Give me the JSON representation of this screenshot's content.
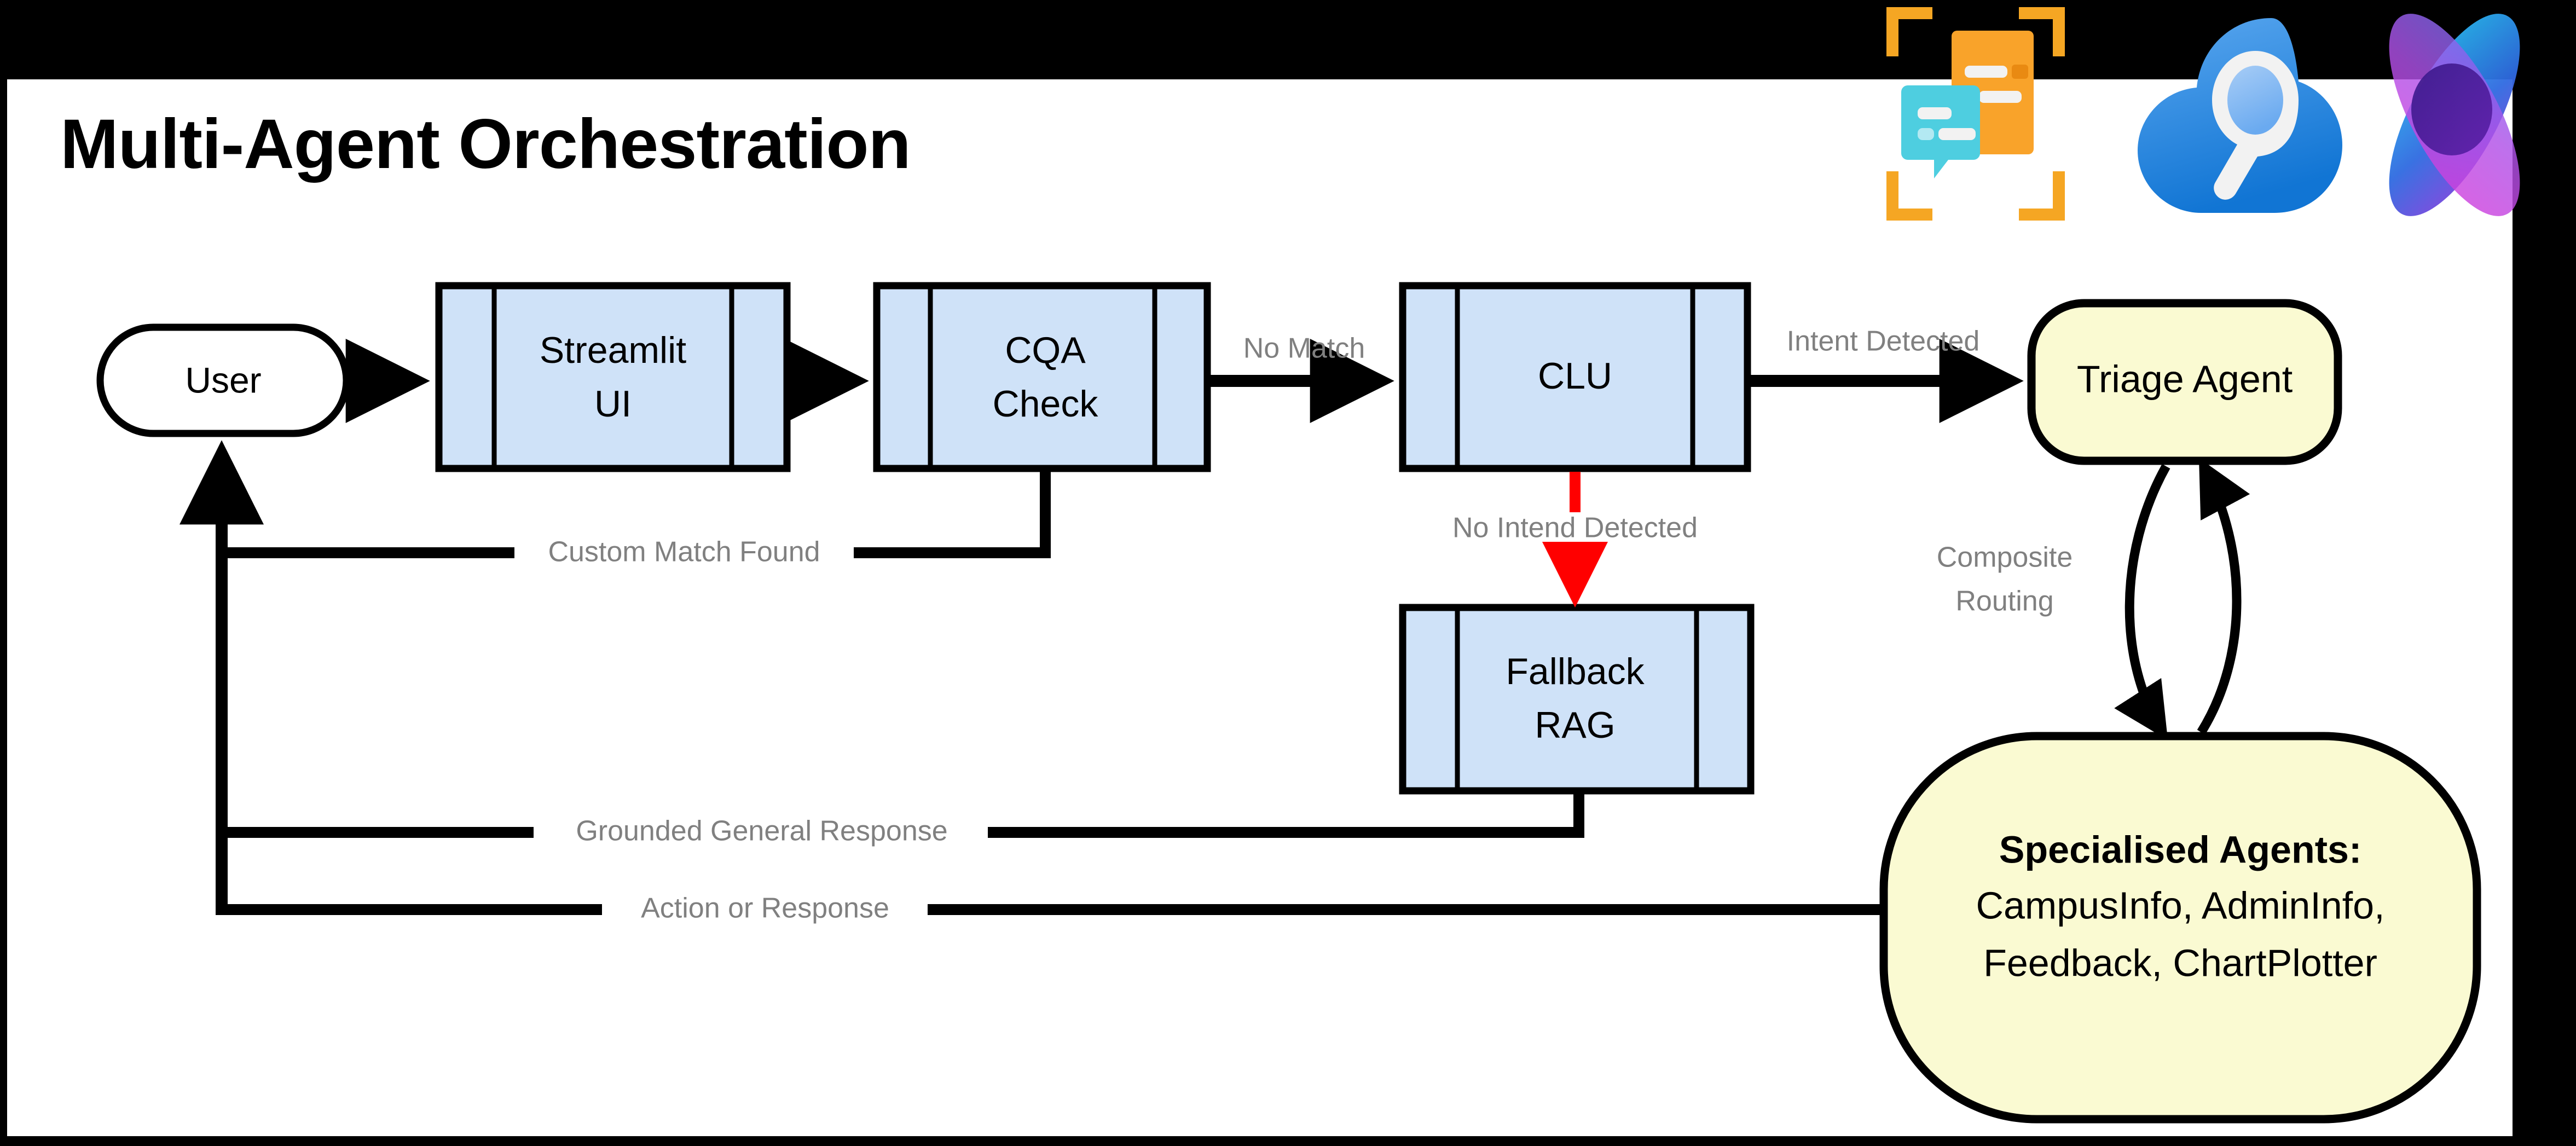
{
  "page": {
    "title": "Multi-Agent Orchestration",
    "background_color": "#000000",
    "canvas_color": "#ffffff"
  },
  "logos": [
    {
      "name": "azure-language-clu-icon",
      "label": "Azure AI Language"
    },
    {
      "name": "azure-ai-search-icon",
      "label": "Azure AI Search"
    },
    {
      "name": "azure-ai-foundry-icon",
      "label": "Azure AI Foundry"
    }
  ],
  "colors": {
    "process_fill": "#cfe2f8",
    "agent_fill": "#fafad2",
    "stroke": "#000000",
    "edge_label": "#808080",
    "fallback_arrow": "#ff0000"
  },
  "nodes": {
    "user": {
      "label": "User",
      "shape": "rounded-terminal",
      "fill": "#ffffff"
    },
    "streamlit_ui": {
      "label_line1": "Streamlit",
      "label_line2": "UI",
      "shape": "predefined-process",
      "fill": "#cfe2f8"
    },
    "cqa_check": {
      "label_line1": "CQA",
      "label_line2": "Check",
      "shape": "predefined-process",
      "fill": "#cfe2f8"
    },
    "clu": {
      "label_line1": "CLU",
      "label_line2": "",
      "shape": "predefined-process",
      "fill": "#cfe2f8"
    },
    "fallback_rag": {
      "label_line1": "Fallback",
      "label_line2": "RAG",
      "shape": "predefined-process",
      "fill": "#cfe2f8"
    },
    "triage_agent": {
      "label": "Triage Agent",
      "shape": "rounded-rect",
      "fill": "#fafad2"
    },
    "specialised_agents": {
      "title": "Specialised Agents:",
      "line1": "CampusInfo, AdminInfo,",
      "line2": "Feedback, ChartPlotter",
      "shape": "rounded-rect",
      "fill": "#fafad2"
    }
  },
  "edges": [
    {
      "id": "user-to-streamlit",
      "label": "",
      "from": "user",
      "to": "streamlit_ui",
      "color": "#000000"
    },
    {
      "id": "streamlit-to-cqa",
      "label": "",
      "from": "streamlit_ui",
      "to": "cqa_check",
      "color": "#000000"
    },
    {
      "id": "cqa-to-clu",
      "label": "No Match",
      "from": "cqa_check",
      "to": "clu",
      "color": "#000000"
    },
    {
      "id": "clu-to-triage",
      "label": "Intent Detected",
      "from": "clu",
      "to": "triage_agent",
      "color": "#000000"
    },
    {
      "id": "clu-to-fallback",
      "label": "No Intend Detected",
      "from": "clu",
      "to": "fallback_rag",
      "color": "#ff0000"
    },
    {
      "id": "triage-to-specialised",
      "label": "Composite Routing",
      "from": "triage_agent",
      "to": "specialised_agents",
      "color": "#000000"
    },
    {
      "id": "cqa-to-user",
      "label": "Custom Match Found",
      "from": "cqa_check",
      "to": "user",
      "color": "#000000"
    },
    {
      "id": "fallback-to-user",
      "label": "Grounded General Response",
      "from": "fallback_rag",
      "to": "user",
      "color": "#000000"
    },
    {
      "id": "specialised-to-user",
      "label": "Action or Response",
      "from": "specialised_agents",
      "to": "user",
      "color": "#000000"
    }
  ]
}
